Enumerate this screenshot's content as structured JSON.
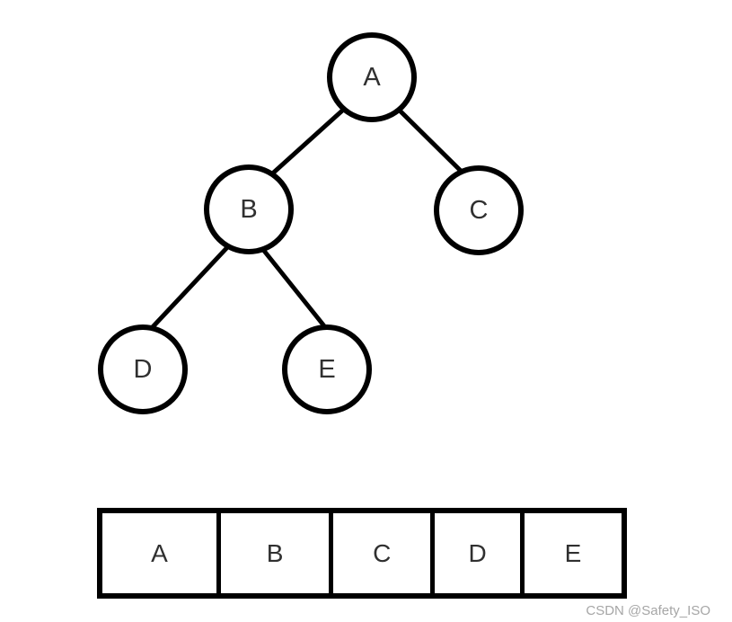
{
  "diagram": {
    "title": "binary-tree-with-array-storage",
    "tree": {
      "nodes": [
        {
          "id": "A",
          "label": "A",
          "role": "root"
        },
        {
          "id": "B",
          "label": "B",
          "role": "left-child-of-A"
        },
        {
          "id": "C",
          "label": "C",
          "role": "right-child-of-A"
        },
        {
          "id": "D",
          "label": "D",
          "role": "left-child-of-B"
        },
        {
          "id": "E",
          "label": "E",
          "role": "right-child-of-B"
        }
      ],
      "edges": [
        {
          "from": "A",
          "to": "B"
        },
        {
          "from": "A",
          "to": "C"
        },
        {
          "from": "B",
          "to": "D"
        },
        {
          "from": "B",
          "to": "E"
        }
      ]
    },
    "array_representation": {
      "cells": [
        "A",
        "B",
        "C",
        "D",
        "E"
      ]
    }
  },
  "watermark": {
    "text": "CSDN @Safety_ISO"
  },
  "colors": {
    "line": "#000000",
    "label": "#303030",
    "watermark": "#a6a6a6",
    "background": "#ffffff"
  }
}
